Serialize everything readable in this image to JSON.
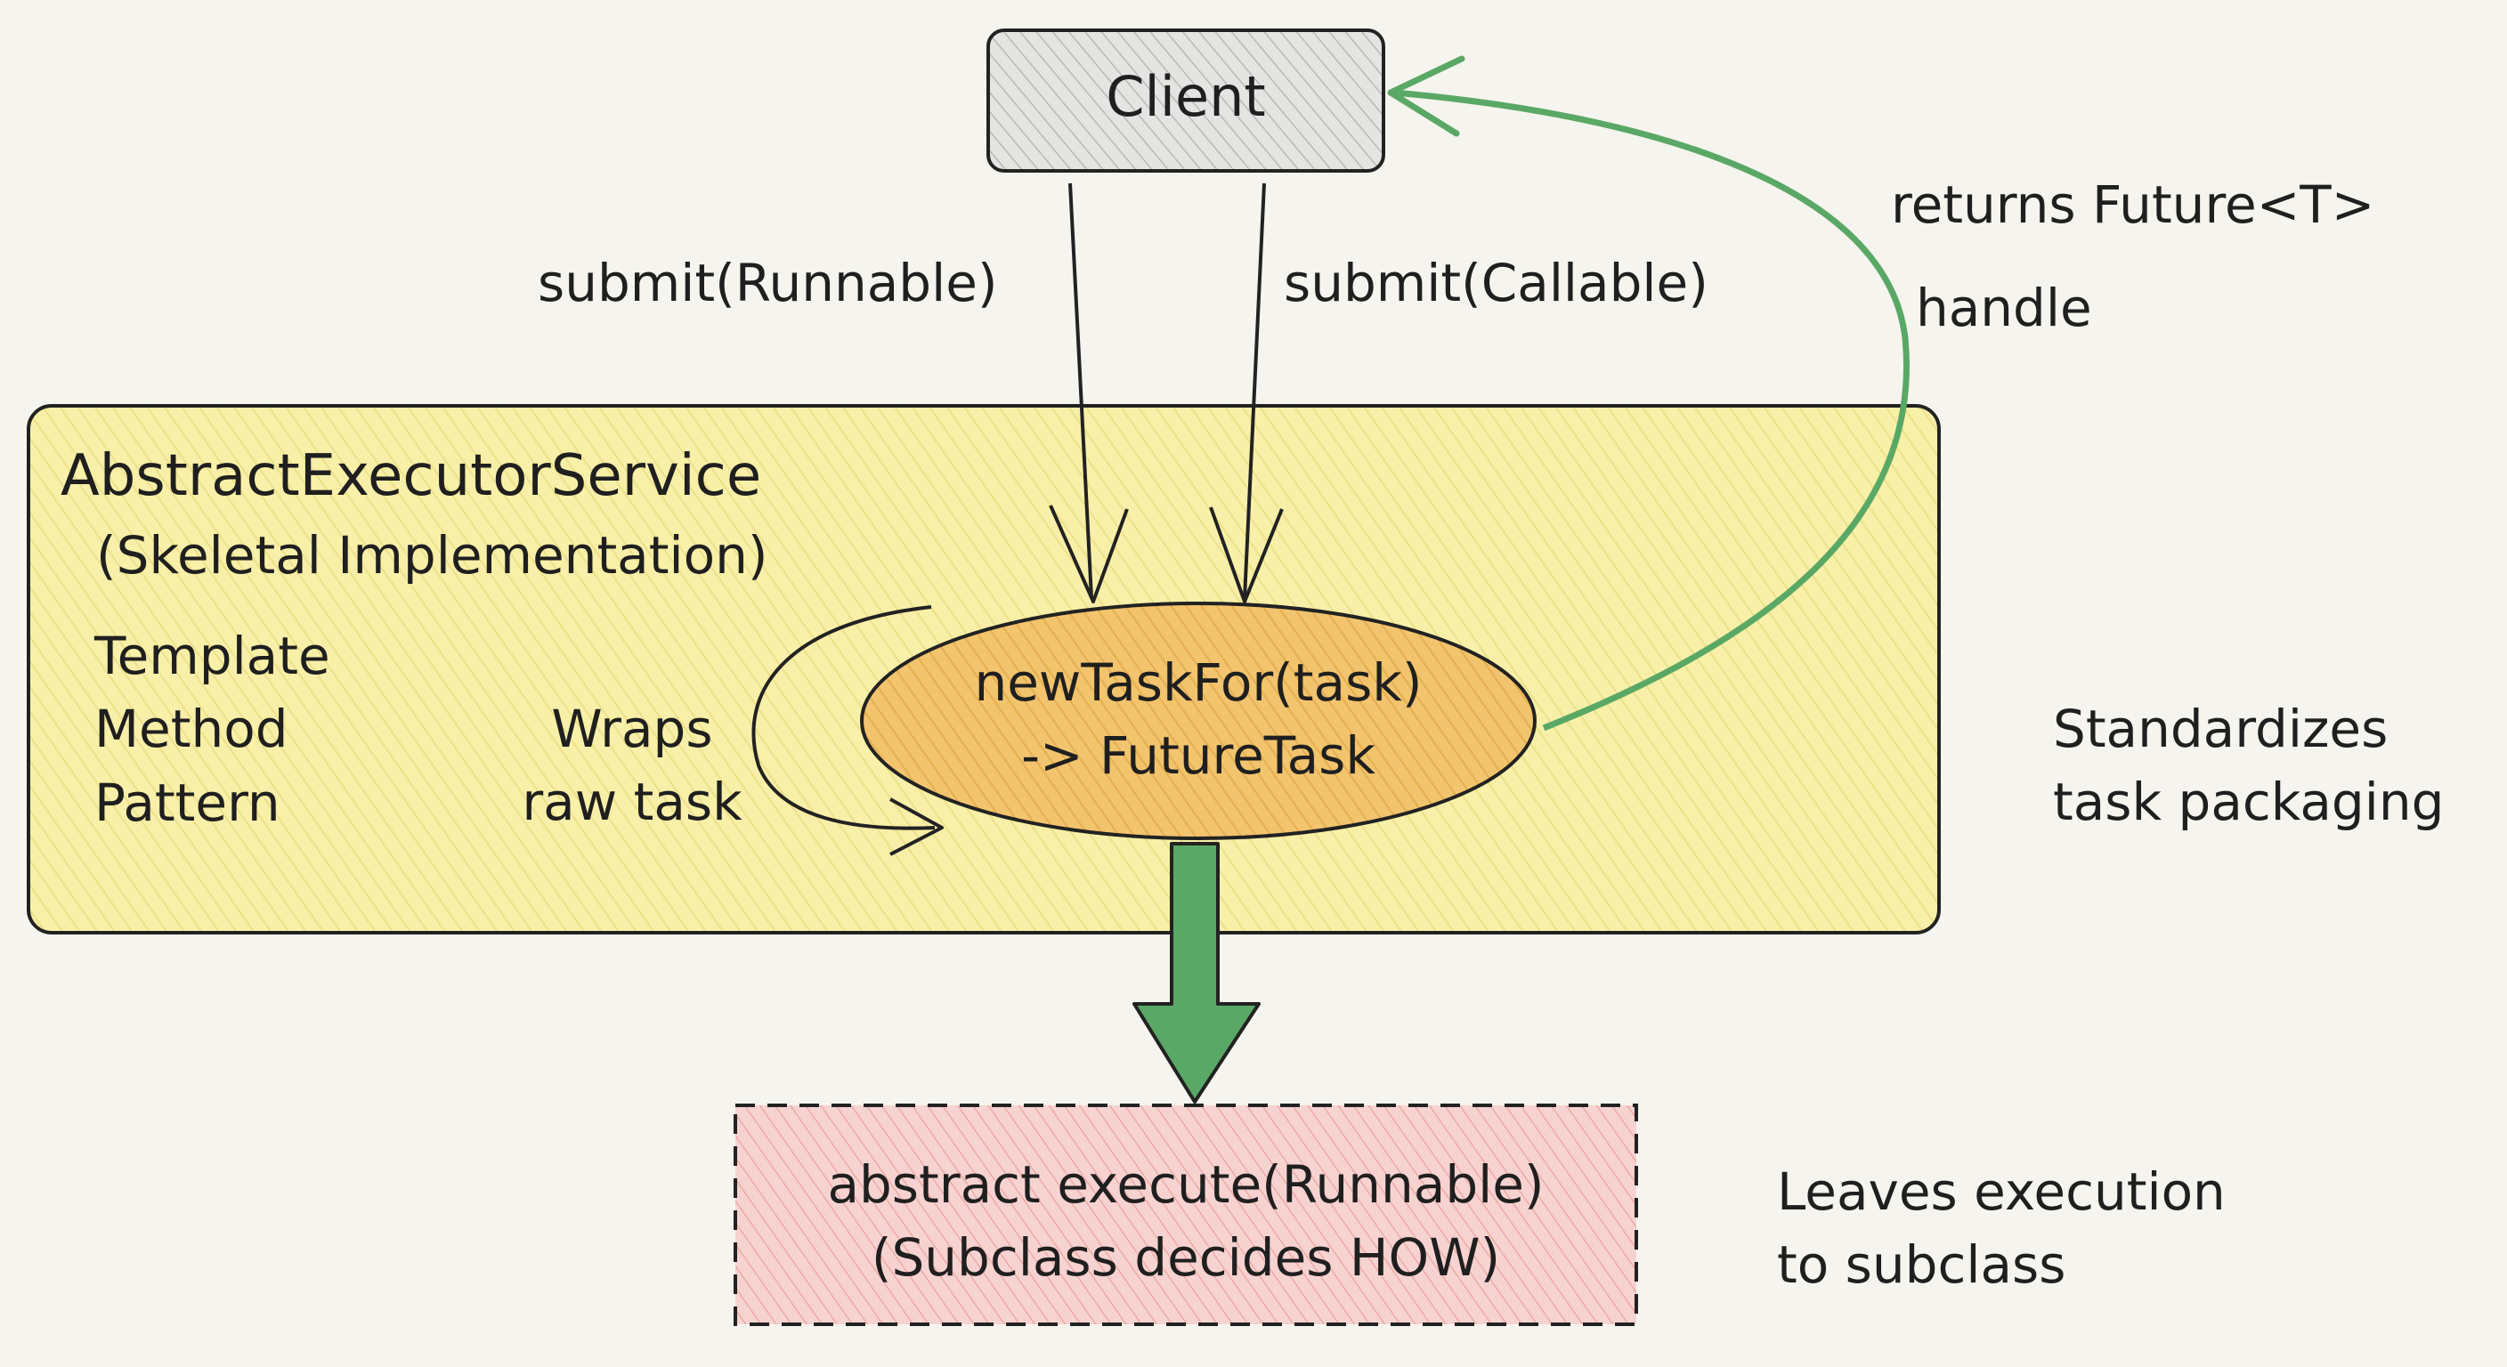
{
  "nodes": {
    "client": {
      "label": "Client"
    },
    "executor_service": {
      "title": "AbstractExecutorService",
      "subtitle": "(Skeletal Implementation)",
      "pattern_lines": [
        "Template",
        "Method",
        "Pattern"
      ]
    },
    "new_task_for": {
      "lines": [
        "newTaskFor(task)",
        "-> FutureTask"
      ]
    },
    "abstract_execute": {
      "lines": [
        "abstract execute(Runnable)",
        "(Subclass decides HOW)"
      ]
    }
  },
  "edges": {
    "submit_runnable": {
      "label": "submit(Runnable)"
    },
    "submit_callable": {
      "label": "submit(Callable)"
    },
    "wraps": {
      "lines": [
        "Wraps",
        "raw task"
      ]
    },
    "returns_future": {
      "lines": [
        "returns Future<T>",
        "handle"
      ]
    }
  },
  "annotations": {
    "standardizes": {
      "lines": [
        "Standardizes",
        "task packaging"
      ]
    },
    "leaves_execution": {
      "lines": [
        "Leaves execution",
        "to subclass"
      ]
    }
  },
  "colors": {
    "client_fill": "#e4e4e2",
    "service_fill": "#f7ef9e",
    "ellipse_fill": "#f2c16a",
    "execute_fill": "#f4c9c7",
    "arrow_green": "#5aa865",
    "stroke": "#222222"
  }
}
